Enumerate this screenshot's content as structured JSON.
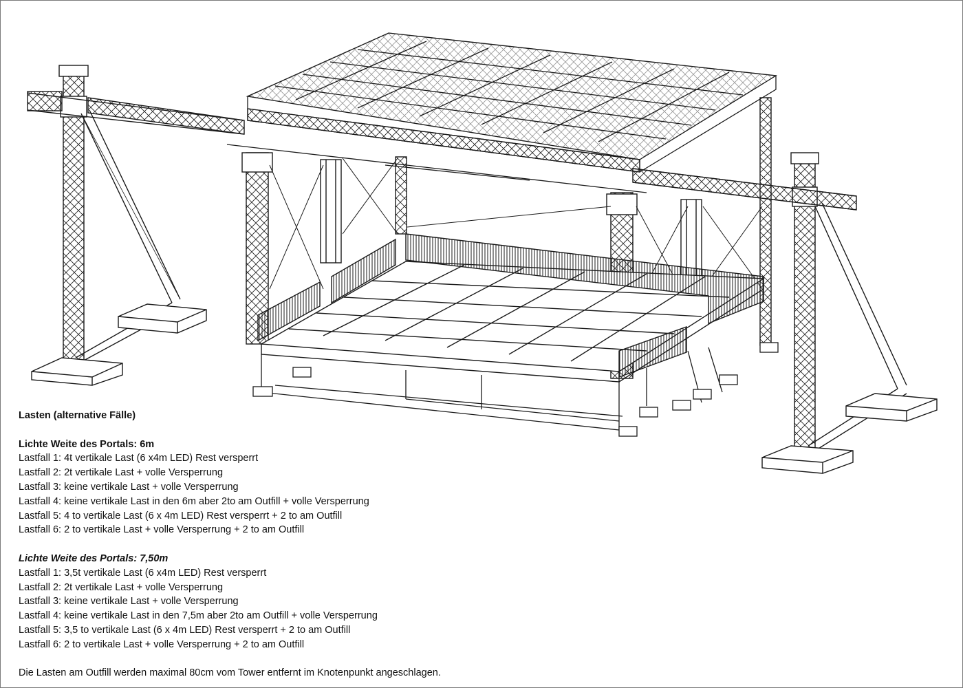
{
  "loads": {
    "title": "Lasten (alternative Fälle)",
    "portal_6m": {
      "heading": "Lichte Weite des Portals: 6m",
      "cases": [
        "Lastfall 1: 4t vertikale Last (6 x4m LED) Rest versperrt",
        "Lastfall 2: 2t vertikale Last + volle Versperrung",
        "Lastfall 3: keine vertikale Last + volle Versperrung",
        "Lastfall 4: keine vertikale Last in den 6m aber 2to am Outfill + volle Versperrung",
        "Lastfall 5: 4 to vertikale Last (6 x 4m LED) Rest versperrt + 2 to am Outfill",
        "Lastfall 6: 2 to vertikale Last + volle Versperrung + 2 to am Outfill"
      ]
    },
    "portal_750m": {
      "heading": "Lichte Weite des Portals: 7,50m",
      "cases": [
        "Lastfall 1: 3,5t vertikale Last (6 x4m LED) Rest versperrt",
        "Lastfall 2: 2t vertikale Last + volle Versperrung",
        "Lastfall 3: keine vertikale Last + volle Versperrung",
        "Lastfall 4: keine vertikale Last in den 7,5m aber 2to am Outfill + volle Versperrung",
        "Lastfall 5: 3,5 to vertikale Last (6 x 4m LED) Rest versperrt + 2 to am Outfill",
        "Lastfall 6: 2 to vertikale Last + volle Versperrung + 2 to am Outfill"
      ]
    },
    "note": "Die Lasten am Outfill werden maximal 80cm vom Tower entfernt im Knotenpunkt angeschlagen."
  },
  "colors": {
    "line": "#1a1a1a",
    "background": "#ffffff",
    "frame": "#7a7a7a"
  }
}
